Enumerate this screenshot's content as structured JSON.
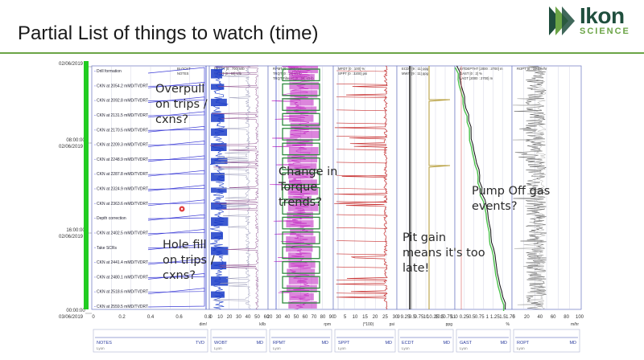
{
  "slide": {
    "title": "Partial List of things to watch (time)",
    "logo": {
      "word": "Ikon",
      "sub": "SCIENCE"
    }
  },
  "annotations": [
    {
      "id": "overpull",
      "lines": [
        "Overpull",
        "on trips /",
        "cxns?"
      ]
    },
    {
      "id": "torque",
      "lines": [
        "Change in",
        "Torque",
        "trends?"
      ]
    },
    {
      "id": "holefill",
      "lines": [
        "Hole fill",
        "on trips /",
        "cxns?"
      ]
    },
    {
      "id": "pitgain",
      "lines": [
        "Pit gain",
        "means it's too",
        "late!"
      ]
    },
    {
      "id": "gas",
      "lines": [
        "Pump Off gas",
        "events?"
      ]
    }
  ],
  "colors": {
    "accent": "#6ba446",
    "status_bar": "#22cc22",
    "notes_line": "#3b3bd6",
    "wob": "#1a3cc8",
    "rpm": "#c020c0",
    "torque_box": "#2e8b3e",
    "spp": "#c83030",
    "ecd": "#111111",
    "mw": "#b8a040",
    "bit_depth": "#111111",
    "gas": "#4cc24c",
    "rop": "#666666"
  },
  "chart_data": {
    "type": "line",
    "description_source": "mud log track panel",
    "y_ticks": [
      {
        "date": "02/06/2019",
        "time": ""
      },
      {
        "date": "02/06/2019",
        "time": "08:00:00"
      },
      {
        "date": "02/06/2019",
        "time": "16:00:00"
      },
      {
        "date": "03/06/2019",
        "time": "00:00:00"
      }
    ],
    "notes": [
      "Drill formation",
      "CKN at 2054.2 mMD/TVDRT",
      "CKN at 2092.8 mMD/TVDRT",
      "CKN at 2131.5 mMD/TVDRT",
      "CKN at 2170.5 mMD/TVDRT",
      "CKN at 2209.3 mMD/TVDRT",
      "CKN at 2248.9 mMD/TVDRT",
      "CKN at 2287.8 mMD/TVDRT",
      "CKN at 2324.9 mMD/TVDRT",
      "CKN at 2363.6 mMD/TVDRT",
      "Depth correction",
      "CKN at 2402.5 mMD/TVDRT",
      "Take SCRs",
      "CKN at 2441.4 mMD/TVDRT",
      "CKN at 2480.1 mMD/TVDRT",
      "CKN at 2518.6 mMD/TVDRT",
      "CKN at 2559.5 mMD/TVDRT"
    ],
    "tracks": [
      {
        "id": "notes",
        "legend": [
          "BLOCKT",
          "NOTES"
        ],
        "x_ticks": [
          "0",
          "0.2",
          "0.4",
          "0.6",
          "0.8"
        ],
        "x_unit": "dim!",
        "footer_name": "NOTES",
        "footer_ref": "TVD",
        "footer_sub": "Lyon"
      },
      {
        "id": "wob",
        "legend": [
          "HKLDT [0 : 700] k/lb",
          "WOBT [0 : 60] k/lb"
        ],
        "x_ticks": [
          "0",
          "10",
          "20",
          "30",
          "40",
          "50",
          "60"
        ],
        "x_unit": "k/lb",
        "footer_name": "WOBT",
        "footer_ref": "MD",
        "footer_sub": "Lyon"
      },
      {
        "id": "rpm",
        "legend": [
          "RPMT [0 : 100] rpm",
          "TRQT [0 : 20] kft-lb",
          "TRQT Filtered [0 : 20] kft-lb"
        ],
        "x_ticks": [
          "20",
          "30",
          "40",
          "50",
          "60",
          "70",
          "80",
          "90"
        ],
        "x_unit": "rpm",
        "footer_name": "RPMT",
        "footer_ref": "MD",
        "footer_sub": "Lyon"
      },
      {
        "id": "spp",
        "legend": [
          "MFOT [0 : 100] %",
          "SPPT [0 : 3200] psi"
        ],
        "x_ticks": [
          "0",
          "5",
          "10",
          "15",
          "20",
          "25",
          "30"
        ],
        "x_unit": "psi",
        "x_multiplier": "(*100)",
        "footer_name": "SPPT",
        "footer_ref": "MD",
        "footer_sub": "Lyon"
      },
      {
        "id": "ecd",
        "legend": [
          "ECDT [9 : 11] ppg",
          "MWIT [9 : 11] ppg"
        ],
        "x_ticks": [
          "9",
          "9.25",
          "9.5",
          "9.75",
          "10",
          "10.25",
          "10.5",
          "10.75",
          "11"
        ],
        "x_unit": "ppg",
        "footer_name": "ECDT",
        "footer_ref": "MD",
        "footer_sub": "Lyon"
      },
      {
        "id": "gas",
        "legend": [
          "BITDEPTHT [2000 : 2700] m",
          "GAST [0 : 2] %",
          "LAGT [2000 : 2700] m"
        ],
        "x_ticks": [
          "0",
          "0.25",
          "0.5",
          "0.75",
          "1",
          "1.25",
          "1.5",
          "1.75"
        ],
        "x_unit": "%",
        "footer_name": "GAST",
        "footer_ref": "MD",
        "footer_sub": "Lyon"
      },
      {
        "id": "rop",
        "legend": [
          "ROPT [0 : 100] m/hr"
        ],
        "x_ticks": [
          "0",
          "20",
          "40",
          "60",
          "80",
          "100"
        ],
        "x_unit": "m/hr",
        "footer_name": "ROPT",
        "footer_ref": "MD",
        "footer_sub": "Lyon"
      }
    ]
  }
}
